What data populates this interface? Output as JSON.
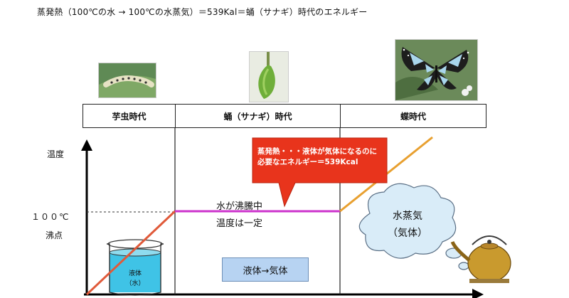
{
  "header": {
    "title": "蒸発熱（100℃の水 → 100℃の水蒸気）＝539Kal＝蛹（サナギ）時代のエネルギー"
  },
  "stages": [
    {
      "label": "芋虫時代"
    },
    {
      "label": "蛹（サナギ）時代"
    },
    {
      "label": "蝶時代"
    }
  ],
  "axis": {
    "y_label": "温度",
    "boil_temp": "１００℃",
    "boil_label": "沸点"
  },
  "callout": {
    "text": "蒸発熱・・・液体が気体になるのに必要なエネルギー＝539Kcal"
  },
  "plateau": {
    "boiling": "水が沸騰中",
    "constant": "温度は一定"
  },
  "phase_box": {
    "label": "液体→気体"
  },
  "beaker": {
    "line1": "液体",
    "line2": "（水）"
  },
  "vapor_bubble": {
    "line1": "水蒸気",
    "line2": "（気体）"
  },
  "colors": {
    "rising_line": "#e05a3a",
    "plateau_line": "#cc33cc",
    "vapor_line": "#e8a030",
    "callout_fill": "#e8341c",
    "water": "#3fc3e6",
    "bubble_fill": "#d9ecf8"
  }
}
